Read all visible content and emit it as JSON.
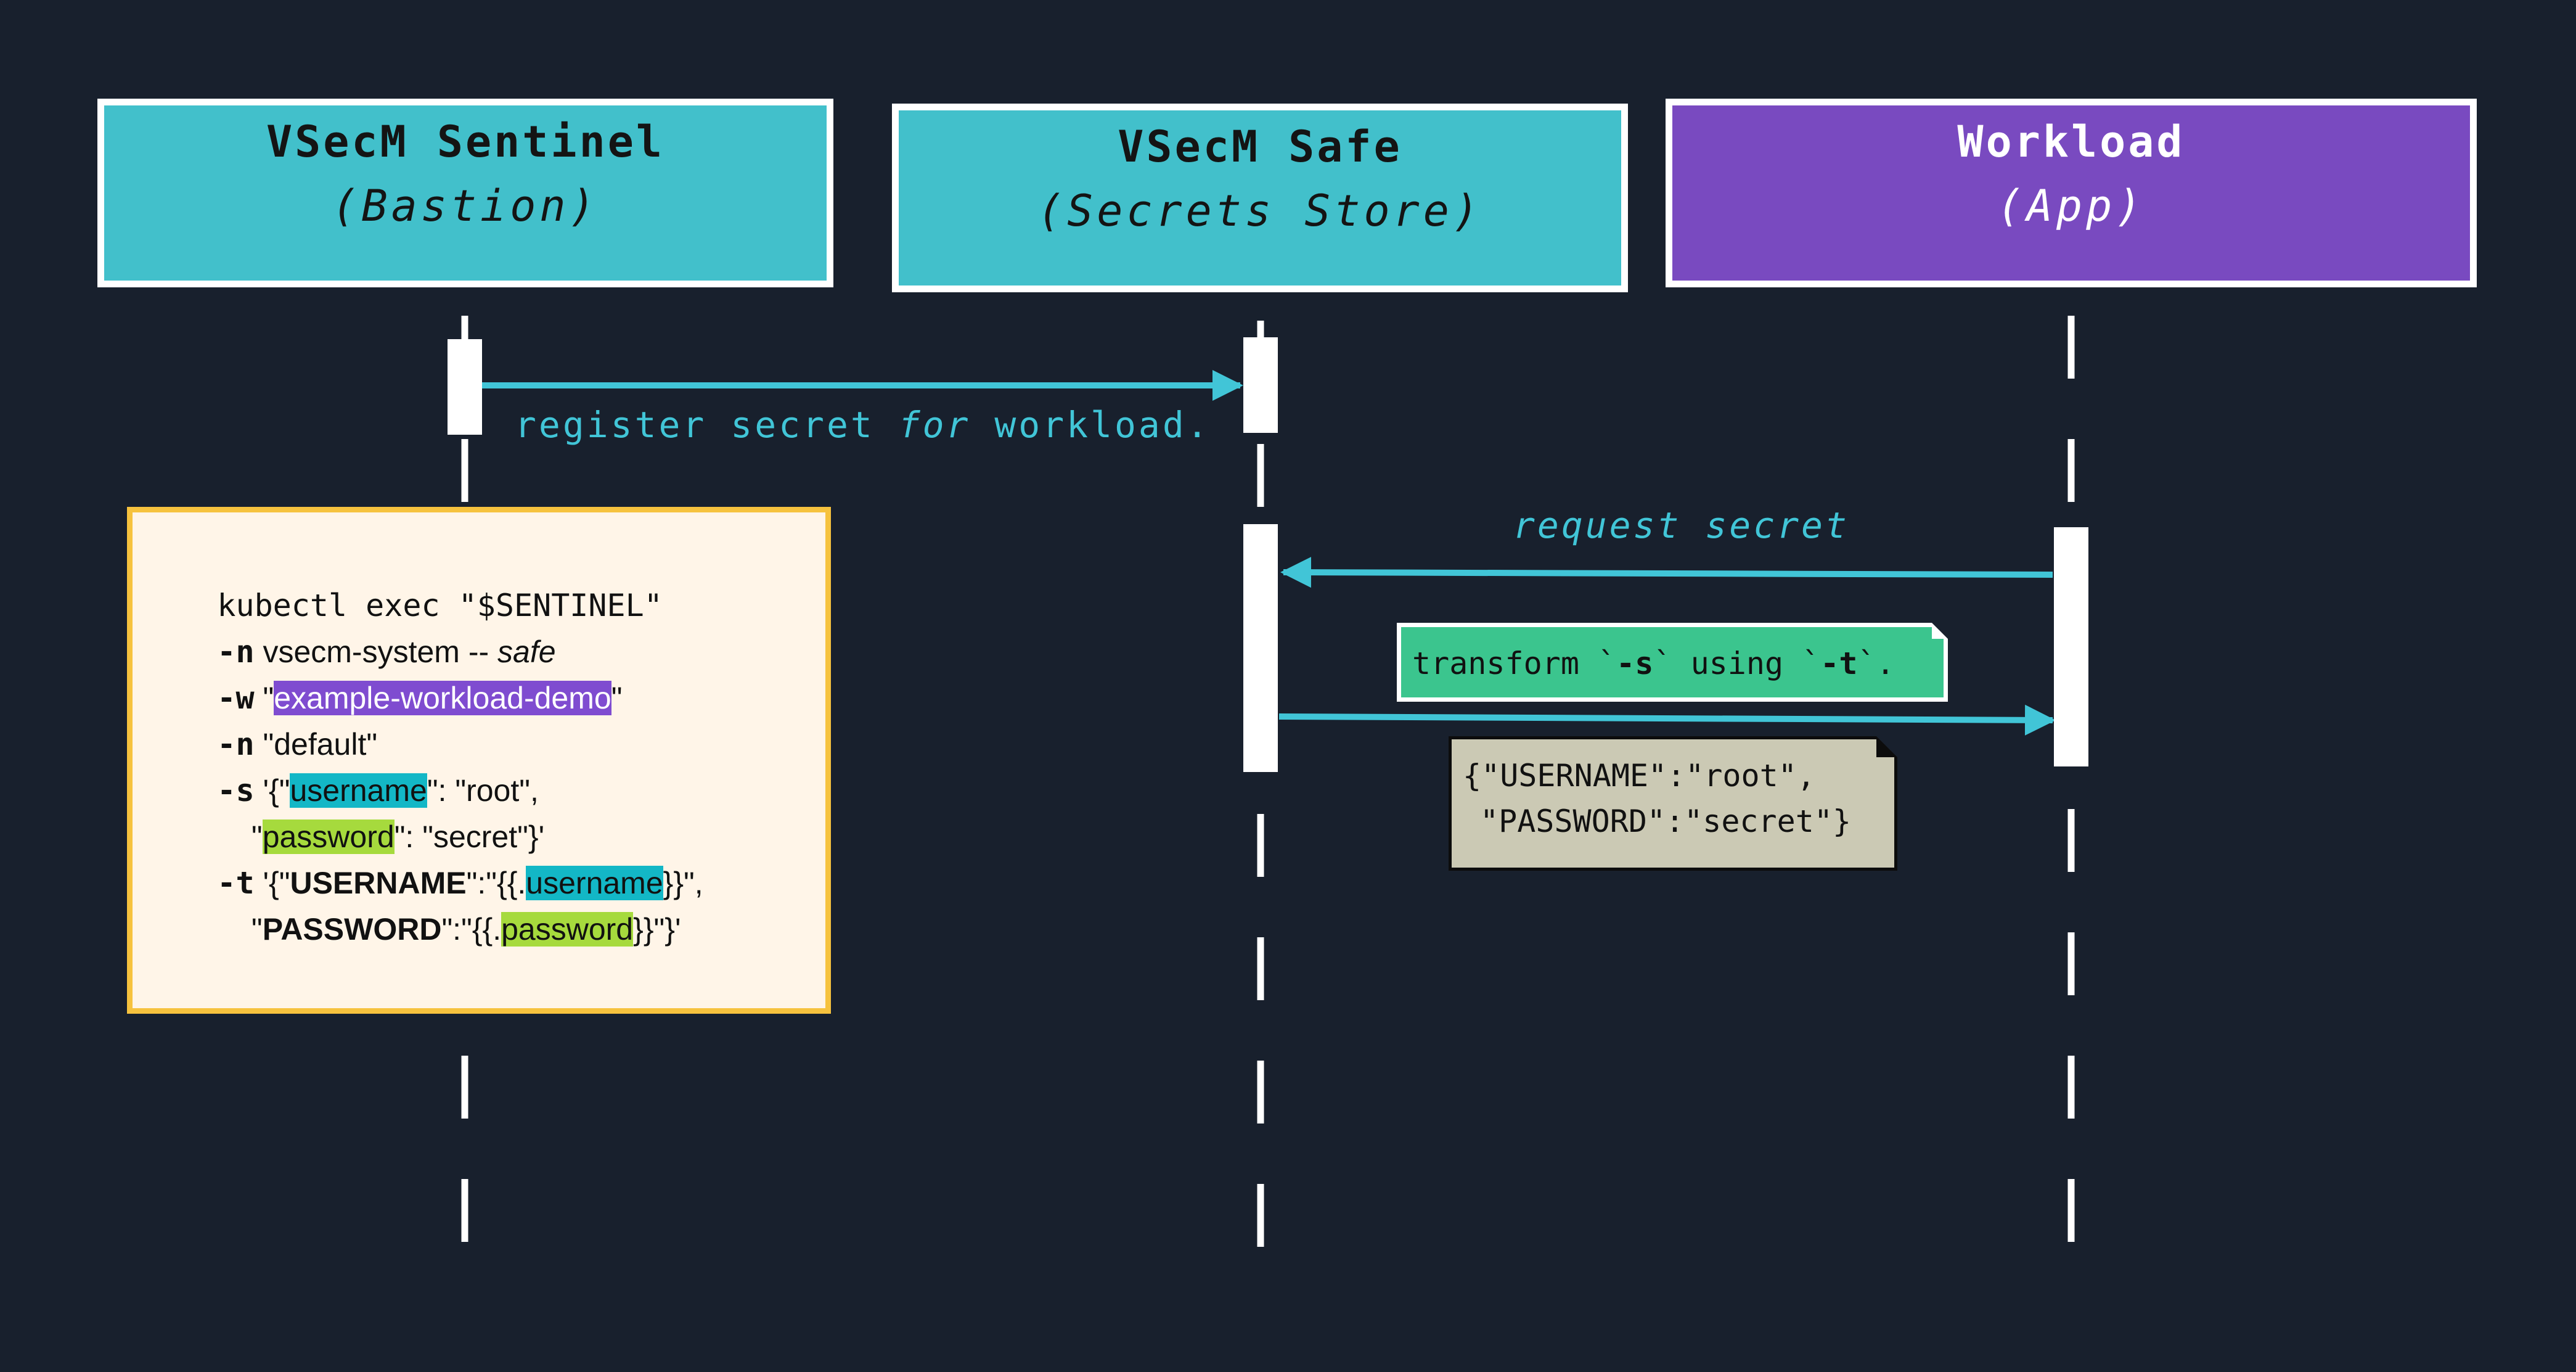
{
  "participants": [
    {
      "id": "sentinel",
      "name": "VSecM Sentinel",
      "subtitle": "(Bastion)"
    },
    {
      "id": "safe",
      "name": "VSecM Safe",
      "subtitle": "(Secrets Store)"
    },
    {
      "id": "workload",
      "name": "Workload",
      "subtitle": "(App)"
    }
  ],
  "messages": {
    "register": {
      "before": "register secret ",
      "emph": "for",
      "after": " workload."
    },
    "request": "request secret"
  },
  "code_note": {
    "line1": "kubectl exec \"$SENTINEL\"",
    "line2_flag": "-n",
    "line2_text": " vsecm-system -- ",
    "line2_italic": "safe",
    "line3_flag": "-w",
    "line3_pre": " \"",
    "line3_hl": "example-workload-demo",
    "line3_post": "\"",
    "line4_flag": "-n",
    "line4_text": " \"default\"",
    "line5_flag": "-s",
    "line5_pre": " '{\"",
    "line5_hl": "username",
    "line5_post": "\": \"root\",",
    "line6_pre": "    \"",
    "line6_hl": "password",
    "line6_post": "\": \"secret\"}'",
    "line7_flag": "-t",
    "line7_pre": " '{\"",
    "line7_bold": "USERNAME",
    "line7_mid": "\":\"{{.",
    "line7_hl": "username",
    "line7_post": "}}\",",
    "line8_pre": "    \"",
    "line8_bold": "PASSWORD",
    "line8_mid": "\":\"{{.",
    "line8_hl": "password",
    "line8_post": "}}\"}'"
  },
  "transform_note": {
    "pre": "transform `",
    "flag_s": "-s",
    "mid": "` using `",
    "flag_t": "-t",
    "post": "`."
  },
  "result_note": {
    "line1": "{\"USERNAME\":\"root\",",
    "line2": "\"PASSWORD\":\"secret\"}"
  },
  "colors": {
    "background": "#18202d",
    "teal": "#42c0cb",
    "purple": "#794ac0",
    "arrow": "#41c5d7",
    "note": "#fff5e8",
    "note_border": "#f6c23e",
    "transform": "#3bc58e",
    "result": "#cbc9b4"
  }
}
